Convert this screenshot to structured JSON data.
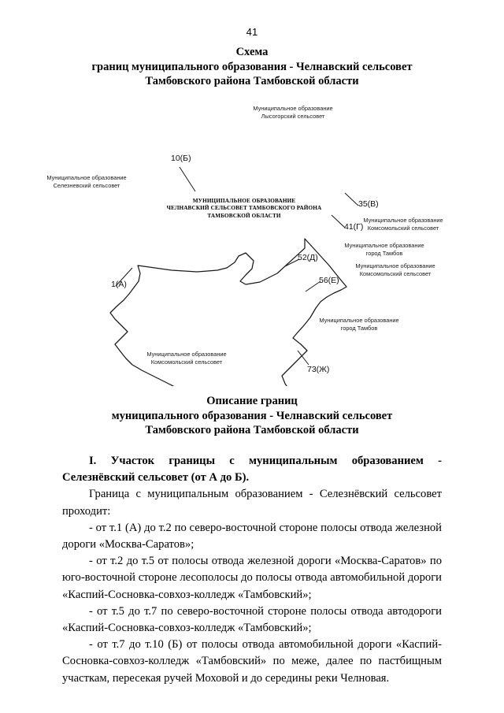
{
  "page": {
    "number": "41"
  },
  "heading_top": {
    "lines": [
      "Схема",
      "границ муниципального образования - Челнавский сельсовет",
      "Тамбовского района Тамбовской области"
    ]
  },
  "map": {
    "inner_label": {
      "lines": [
        "МУНИЦИПАЛЬНОЕ ОБРАЗОВАНИЕ",
        "ЧЕЛНАВСКИЙ СЕЛЬСОВЕТ ТАМБОВСКОГО РАЙОНА",
        "ТАМБОВСКОЙ ОБЛАСТИ"
      ]
    },
    "neighbors": [
      {
        "id": "lysogorsky",
        "lines": [
          "Муниципальное образование",
          "Лысогорский сельсовет"
        ]
      },
      {
        "id": "seleznevsky",
        "lines": [
          "Муниципальное образование",
          "Селезневский сельсовет"
        ]
      },
      {
        "id": "komsomolsky-upper",
        "lines": [
          "Муниципальное образование",
          "Комсомольский сельсовет"
        ]
      },
      {
        "id": "tambov-city-upper",
        "lines": [
          "Муниципальное образование",
          "город Тамбов"
        ]
      },
      {
        "id": "komsomolsky-middle",
        "lines": [
          "Муниципальное образование",
          "Комсомольский сельсовет"
        ]
      },
      {
        "id": "tambov-city-lower",
        "lines": [
          "Муниципальное образование",
          "город Тамбов"
        ]
      },
      {
        "id": "komsomolsky-lower",
        "lines": [
          "Муниципальное образование",
          "Комсомольский сельсовет"
        ]
      }
    ],
    "points": [
      {
        "id": "a",
        "text": "1(А)"
      },
      {
        "id": "b",
        "text": "10(Б)"
      },
      {
        "id": "v",
        "text": "35(В)"
      },
      {
        "id": "g",
        "text": "41(Г)"
      },
      {
        "id": "d",
        "text": "52(Д)"
      },
      {
        "id": "e",
        "text": "56(Е)"
      },
      {
        "id": "zh",
        "text": "73(Ж)"
      }
    ]
  },
  "heading_desc": {
    "lines": [
      "Описание границ",
      "муниципального образования - Челнавский сельсовет",
      "Тамбовского района Тамбовской области"
    ]
  },
  "body": {
    "section_heading": "I.  Участок  границы  с  муниципальным  образованием  -  Селезнёвский сельсовет (от А до Б).",
    "intro": "Граница с муниципальным образованием - Селезнёвский сельсовет проходит:",
    "items": [
      "- от т.1 (А) до т.2 по северо-восточной стороне полосы отвода железной дороги   «Москва-Саратов»;",
      "- от т.2 до т.5 от полосы отвода железной дороги «Москва-Саратов» по юго-восточной стороне лесополосы до полосы отвода автомобильной дороги   «Каспий-Сосновка-совхоз-колледж «Тамбовский»;",
      "- от т.5 до т.7 по северо-восточной стороне полосы отвода автодороги «Каспий-Сосновка-совхоз-колледж «Тамбовский»;",
      "- от т.7 до т.10 (Б) от полосы отвода автомобильной дороги «Каспий-Сосновка-совхоз-колледж «Тамбовский» по меже, далее по пастбищным участкам, пересекая ручей Моховой и до середины реки Челновая."
    ]
  },
  "colors": {
    "ink": "#000000",
    "map_stroke": "#1a1a1a",
    "paper": "#ffffff"
  }
}
